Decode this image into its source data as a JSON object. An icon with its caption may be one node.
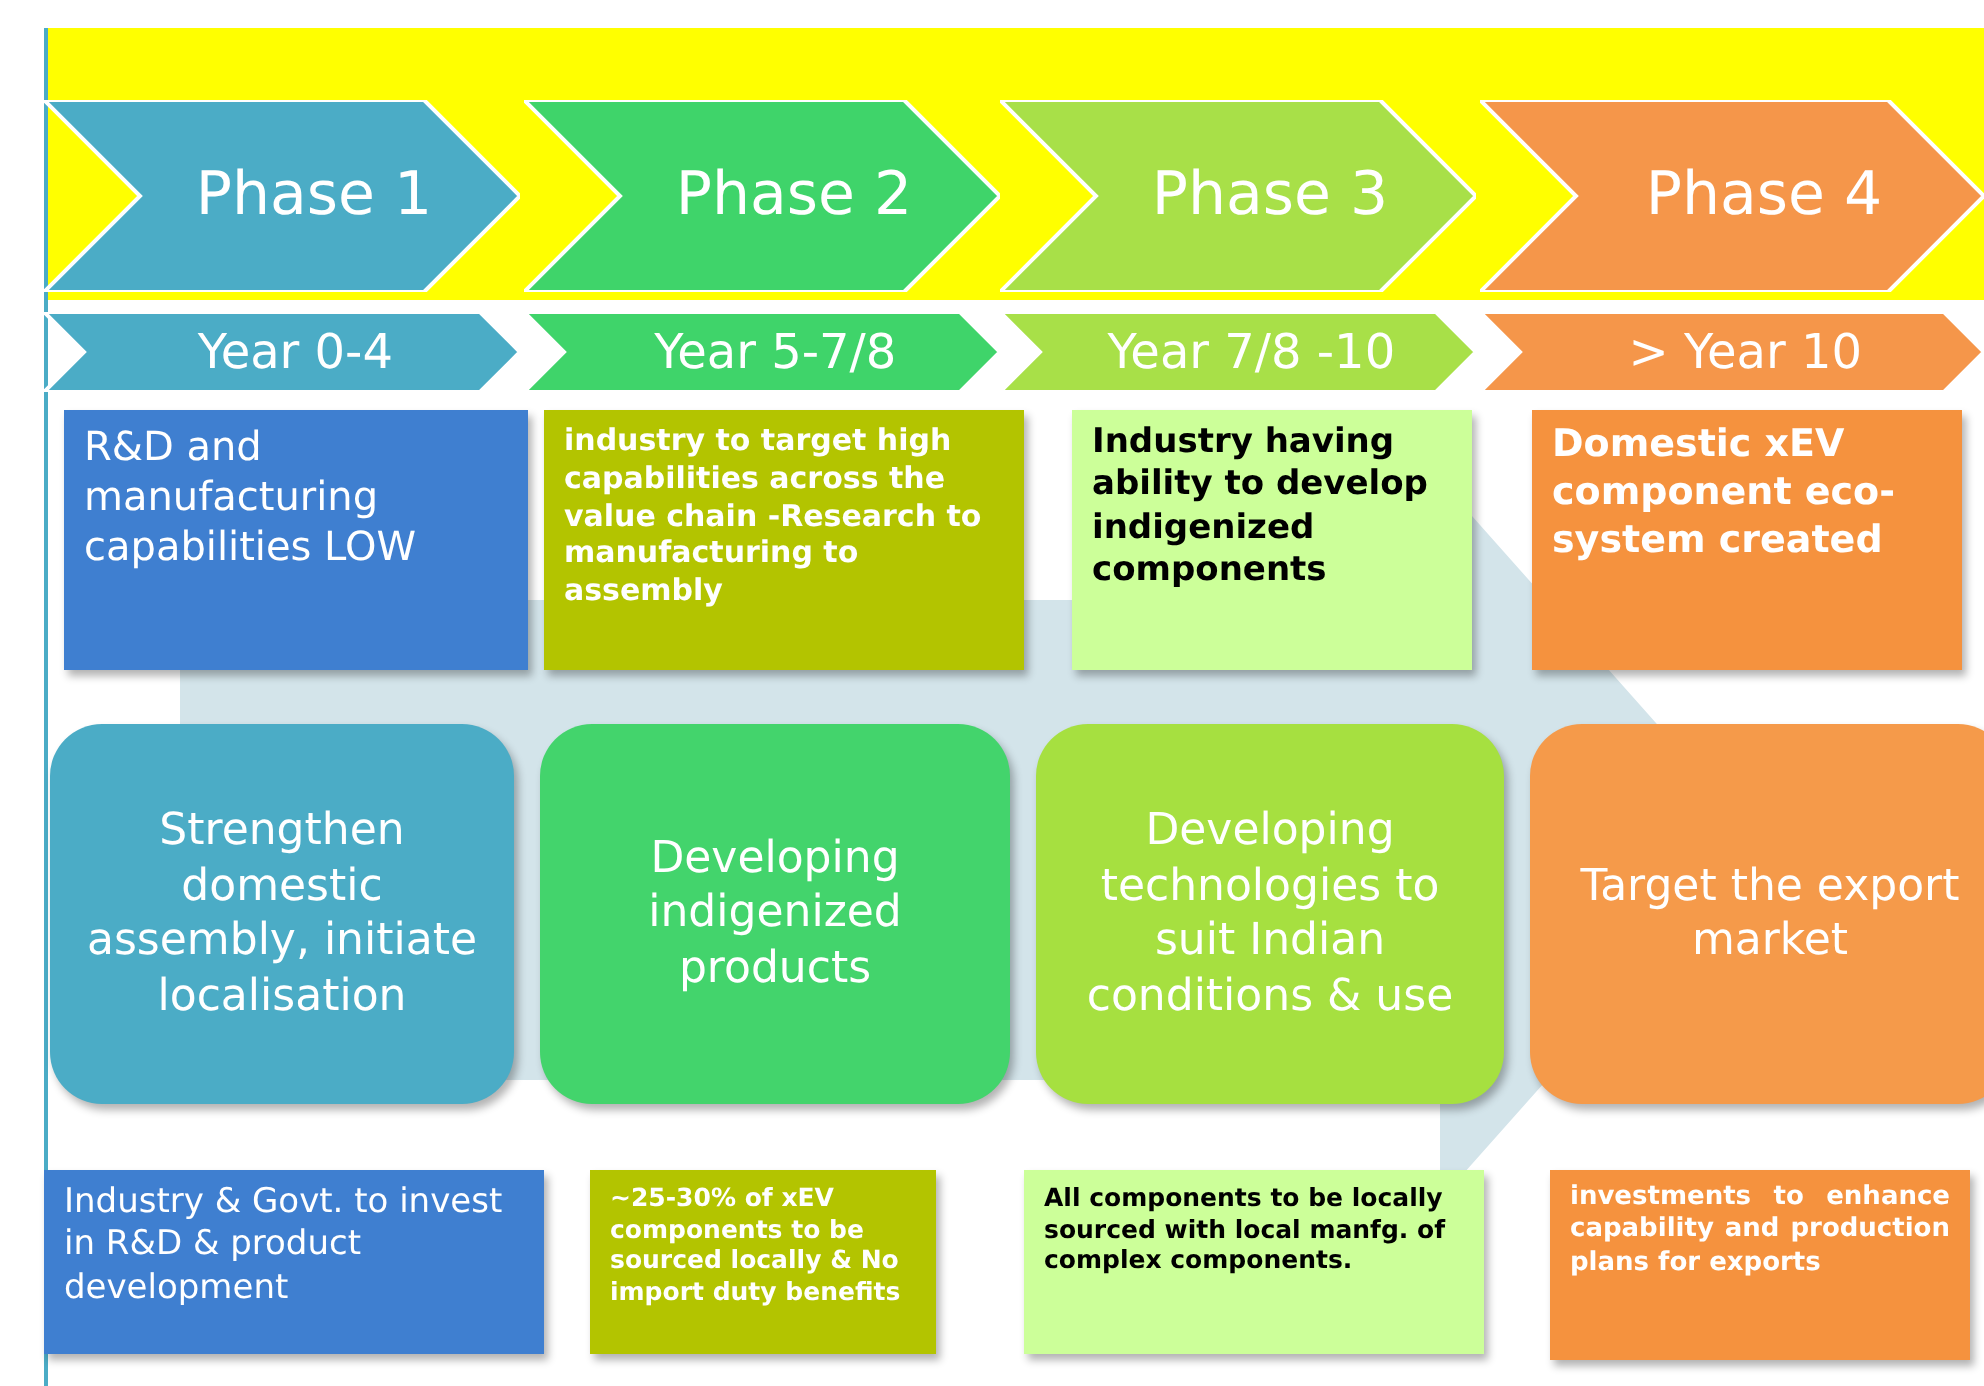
{
  "diagram": {
    "nodes": [
      {
        "text": [
          "Phase 1"
        ]
      },
      {
        "text": [
          "Phase 2"
        ]
      },
      {
        "text": [
          "Phase 3"
        ]
      },
      {
        "text": [
          "Phase 4"
        ]
      },
      {
        "text": [
          "Year 0-4"
        ]
      },
      {
        "text": [
          "Year 5-7/8"
        ]
      },
      {
        "text": [
          "Year 7/8 -10"
        ]
      },
      {
        "text": [
          "> Year 10"
        ]
      },
      {
        "text": [
          "R&D and manufacturing capabilities LOW"
        ]
      },
      {
        "text": [
          "industry to target high capabilities across the value chain -Research to manufacturing to assembly"
        ]
      },
      {
        "text": [
          "Industry having ability to develop indigenized components"
        ]
      },
      {
        "text": [
          "Domestic xEV component eco-system created"
        ]
      },
      {
        "text": [
          "Strengthen domestic assembly, initiate localisation"
        ]
      },
      {
        "text": [
          "Developing indigenized products"
        ]
      },
      {
        "text": [
          "Developing technologies to suit Indian conditions & use"
        ]
      },
      {
        "text": [
          "Target the export market"
        ]
      },
      {
        "text": [
          "Industry & Govt. to invest in R&D & product development"
        ]
      },
      {
        "text": [
          "~25-30% of xEV components to be sourced locally & No import duty benefits"
        ]
      },
      {
        "text": [
          "All components to be locally sourced with local manfg. of complex components."
        ]
      },
      {
        "text": [
          "investments to enhance capability and production plans for exports"
        ]
      }
    ],
    "edges": [
      {
        "from": 12,
        "to": 15,
        "arrow": "to",
        "style": "thick"
      }
    ]
  }
}
